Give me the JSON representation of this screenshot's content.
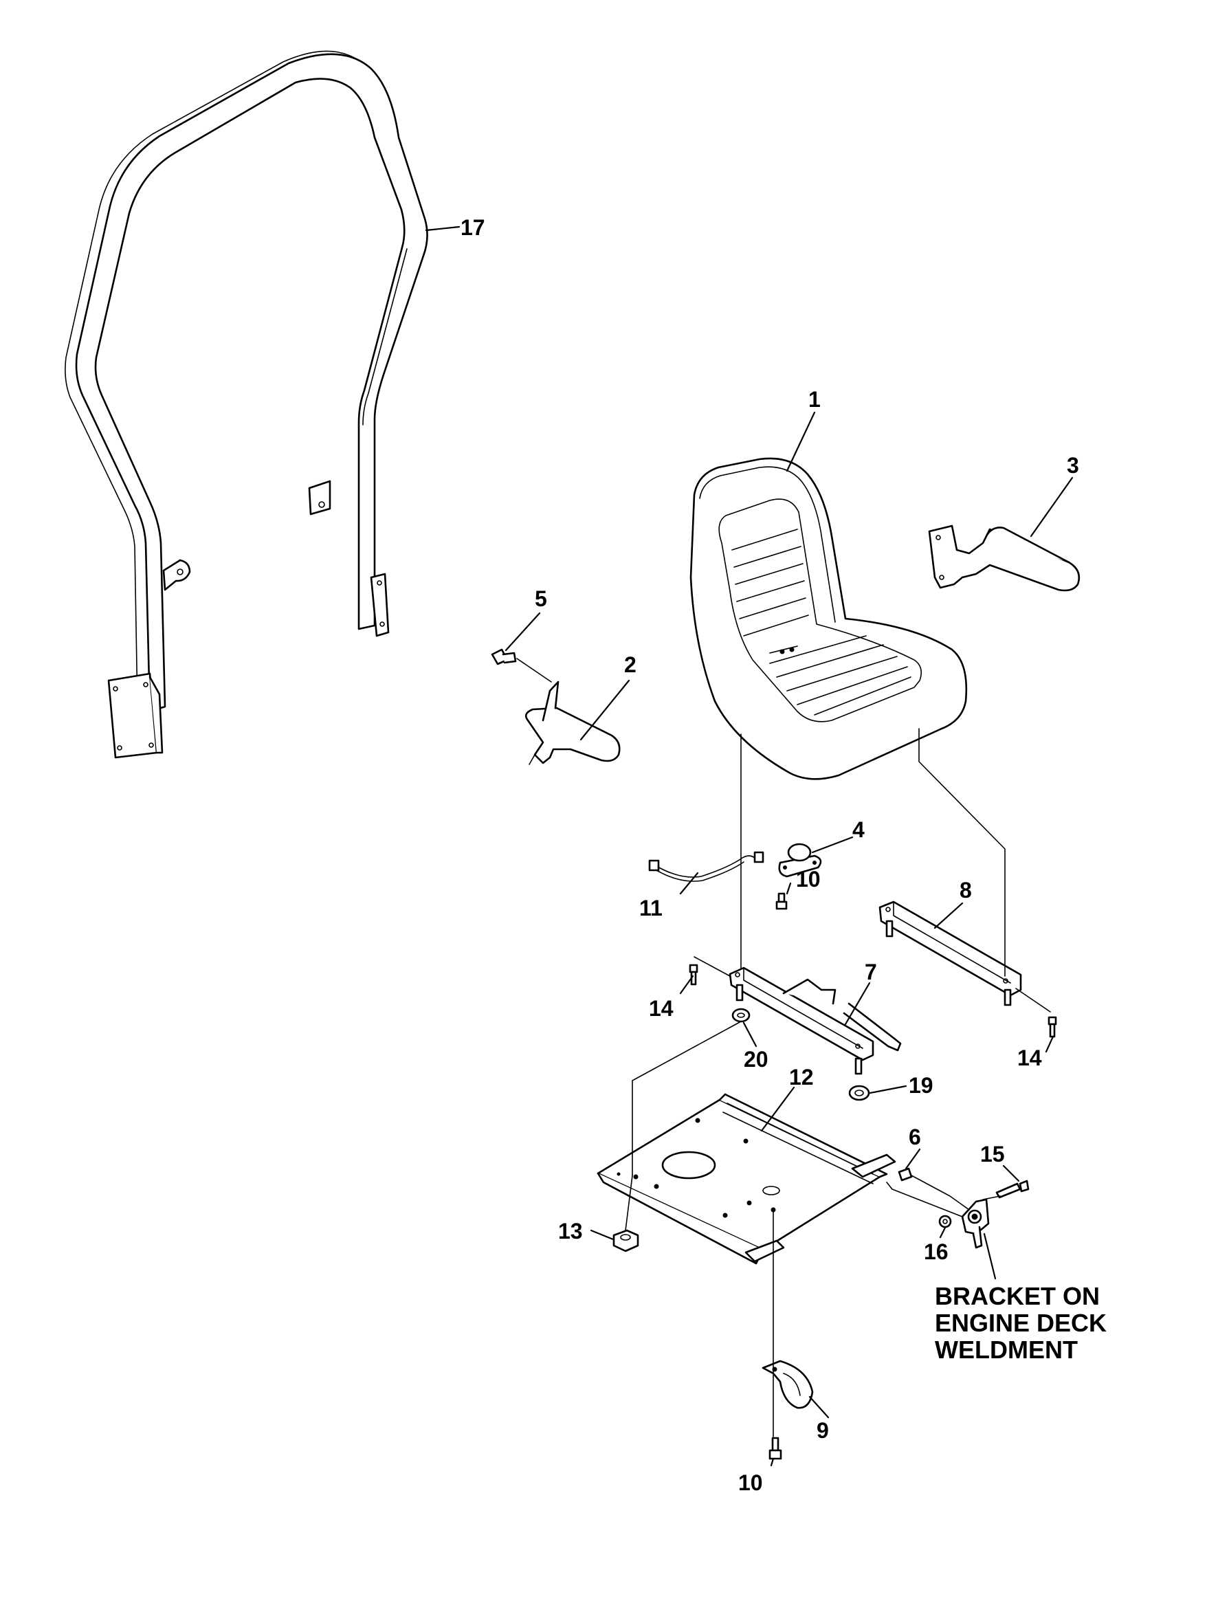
{
  "callouts": {
    "c1": "1",
    "c2": "2",
    "c3": "3",
    "c4": "4",
    "c5": "5",
    "c6": "6",
    "c7": "7",
    "c8": "8",
    "c9": "9",
    "c10_upper": "10",
    "c10_lower": "10",
    "c11": "11",
    "c12": "12",
    "c13": "13",
    "c14_left": "14",
    "c14_right": "14",
    "c15": "15",
    "c16": "16",
    "c17": "17",
    "c19": "19",
    "c20": "20"
  },
  "note": {
    "line1": "BRACKET ON",
    "line2": "ENGINE DECK",
    "line3": "WELDMENT"
  }
}
